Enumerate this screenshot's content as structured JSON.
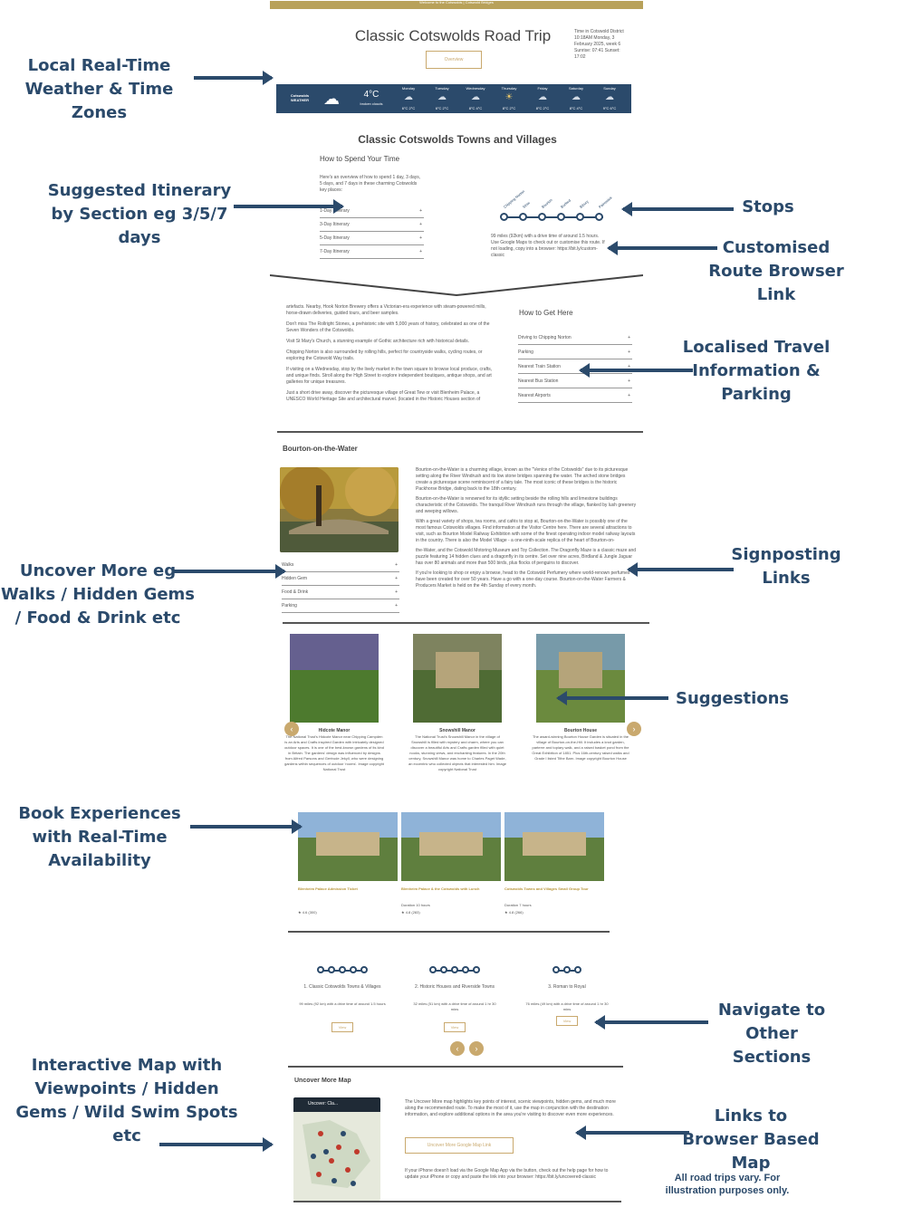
{
  "header": {
    "top_bar": "Welcome to the Cotswolds  |  Cotswold Bridges",
    "title": "Classic Cotswolds Road Trip",
    "overview_button": "Overview",
    "time_info": "Time in Cotswold District 10:18AM Monday, 3 February 2025, week 6 Sunrise: 07:41 Sunset: 17:02"
  },
  "weather": {
    "location": "Cotswolds WEATHER",
    "current_temp": "4°C",
    "current_desc": "broken clouds",
    "days": [
      {
        "day": "Monday",
        "icon": "cloud-icon",
        "temps": "6°C  2°C"
      },
      {
        "day": "Tuesday",
        "icon": "cloud-icon",
        "temps": "6°C  2°C"
      },
      {
        "day": "Wednesday",
        "icon": "cloud-icon",
        "temps": "8°C  4°C"
      },
      {
        "day": "Thursday",
        "icon": "sun-icon",
        "temps": "8°C  2°C"
      },
      {
        "day": "Friday",
        "icon": "cloud-icon",
        "temps": "8°C  2°C"
      },
      {
        "day": "Saturday",
        "icon": "cloud-icon",
        "temps": "8°C  4°C"
      },
      {
        "day": "Sunday",
        "icon": "cloud-icon",
        "temps": "9°C  6°C"
      }
    ]
  },
  "towns_section": {
    "heading": "Classic Cotswolds Towns and Villages",
    "subheading": "How to Spend Your Time",
    "intro": "Here's an overview of how to spend 1 day, 3 days, 5 days, and 7 days in these charming Cotswolds key places:",
    "itinerary": [
      "1-Day Itinerary",
      "3-Day Itinerary",
      "5-Day Itinerary",
      "7-Day Itinerary"
    ],
    "route_note": "99 miles (92km) with a drive time of around 1.5 hours. Use Google Maps to check out or customise this route. If not loading, copy into a browser: https://bit.ly/custom-classic",
    "stop_labels": [
      "Chipping Norton",
      "Stow",
      "Bourton",
      "Burford",
      "Bibury",
      "Painswick"
    ]
  },
  "chipping": {
    "paragraphs": [
      "artefacts. Nearby, Hook Norton Brewery offers a Victorian-era experience with steam-powered mills, horse-drawn deliveries, guided tours, and beer samples.",
      "Don't miss The Rollright Stones, a prehistoric site with 5,000 years of history, celebrated as one of the Seven Wonders of the Cotswolds.",
      "Visit St Mary's Church, a stunning example of Gothic architecture rich with historical details.",
      "Chipping Norton is also surrounded by rolling hills, perfect for countryside walks, cycling routes, or exploring the Cotswold Way trails.",
      "If visiting on a Wednesday, stop by the lively market in the town square to browse local produce, crafts, and unique finds. Stroll along the High Street to explore independent boutiques, antique shops, and art galleries for unique treasures.",
      "Just a short drive away, discover the picturesque village of Great Tew or visit Blenheim Palace, a UNESCO World Heritage Site and architectural marvel. (located in the Historic Houses section of"
    ],
    "get_here_heading": "How to Get Here",
    "get_here_items": [
      "Driving to Chipping Norton",
      "Parking",
      "Nearest Train Station",
      "Nearest Bus Station",
      "Nearest Airports"
    ]
  },
  "bourton": {
    "heading": "Bourton-on-the-Water",
    "paragraphs": [
      "Bourton-on-the-Water is a charming village, known as the \"Venice of the Cotswolds\" due to its picturesque setting along the River Windrush and its low stone bridges spanning the water. The arched stone bridges create a picturesque scene reminiscent of a fairy tale. The most iconic of these bridges is the historic Packhorse Bridge, dating back to the 18th century.",
      "Bourton-on-the-Water is renowned for its idyllic setting beside the rolling hills and limestone buildings characteristic of the Cotswolds. The tranquil River Windrush runs through the village, flanked by lush greenery and weeping willows.",
      "With a great variety of shops, tea rooms, and cafés to stop at, Bourton-on-the-Water is possibly one of the most famous Cotswolds villages. Find information at the Visitor Centre here. There are several attractions to visit, such as Bourton Model Railway Exhibition with some of the finest operating indoor model railway layouts in the country. There is also the Model Village - a one-ninth-scale replica of the heart of Bourton-on-",
      "the-Water, and the Cotswold Motoring Museum and Toy Collection. The Dragonfly Maze is a classic maze and puzzle featuring 14 hidden clues and a dragonfly in its centre. Set over nine acres, Birdland & Jungle Jaguar has over 80 animals and more than 500 birds, plus flocks of penguins to discover.",
      "If you're looking to shop or enjoy a browse, head to the Cotswold Perfumery where world-renown perfumes have been created for over 50 years. Have a go with a one-day course. Bourton-on-the-Water Farmers & Producers Market is held on the 4th Sunday of every month."
    ],
    "more_items": [
      "Walks",
      "Hidden Gem",
      "Food & Drink",
      "Parking"
    ]
  },
  "suggestions": [
    {
      "title": "Hidcote Manor",
      "text": "The National Trust's Hidcote Manor near Chipping Campden is an Arts and Crafts inspired Garden with intricately designed outdoor spaces. It is one of the best-known gardens of its kind in Britain. The gardens' design was influenced by designs from Alfred Parsons and Gertrude Jekyll, who were designing gardens within sequences of outdoor 'rooms'. Image copyright National Trust"
    },
    {
      "title": "Snowshill Manor",
      "text": "The National Trust's Snowshill Manor in the village of Snowshill is filled with mystery and charm, where you can discover a beautiful Arts and Crafts garden filled with quiet nooks, stunning views, and enchanting features. In the 20th century, Snowshill Manor was home to Charles Paget Wade, an eccentric who collected objects that interested him. Image copyright National Trust"
    },
    {
      "title": "Bourton House",
      "text": "The award-winning Bourton House Garden is situated in the village of Bourton-on-the-Hill. It includes a knot garden, parterre and topiary walk, and a raised basket pond from the Great Exhibition of 1851. Plus 16th-century raised walks and Grade I listed Tithe Barn. Image copyright Bourton House"
    }
  ],
  "experiences": [
    {
      "title": "Blenheim Palace Admission Ticket",
      "duration": "",
      "rating": "★ 4.6 (300)"
    },
    {
      "title": "Blenheim Palace & the Cotswolds with Lunch",
      "duration": "Duration 10 hours",
      "rating": "★ 4.8 (283)"
    },
    {
      "title": "Cotswolds Towns and Villages Small Group Tour",
      "duration": "Duration 7 hours",
      "rating": "★ 4.8 (266)"
    }
  ],
  "routes": [
    {
      "title": "1. Classic Cotswolds Towns & Villages",
      "desc": "99 miles (92 km) with a drive time of around 1.5 hours",
      "button": "View"
    },
    {
      "title": "2. Historic Houses and Riverside Towns",
      "desc": "32 miles (51 km) with a drive time of around 1 hr 30 mins",
      "button": "View"
    },
    {
      "title": "3. Roman to Royal",
      "desc": "76 miles (49 km) with a drive time of around 1 hr 30 mins",
      "button": "View"
    }
  ],
  "map_section": {
    "heading": "Uncover More Map",
    "map_title": "Uncover: Cla...",
    "text": "The Uncover More map highlights key points of interest, scenic viewpoints, hidden gems, and much more along the recommended route. To make the most of it, use the map in conjunction with the destination information, and explore additional options in the area you're visiting to discover even more experiences.",
    "button": "Uncover More Google Map Link",
    "note": "If your iPhone doesn't load via the Google Map App via the button, check out the help page for how to update your iPhone or copy and paste the link into your browser: https://bit.ly/uncovered-classic"
  },
  "annotations": {
    "weather": "Local Real-Time Weather & Time Zones",
    "itinerary": "Suggested Itinerary by Section eg 3/5/7 days",
    "stops": "Stops",
    "route_link": "Customised Route Browser Link",
    "travel": "Localised Travel Information & Parking",
    "signposting": "Signposting Links",
    "uncover": "Uncover More eg Walks / Hidden Gems / Food & Drink etc",
    "suggestions": "Suggestions",
    "book": "Book Experiences with Real-Time Availability",
    "navigate": "Navigate to Other Sections",
    "map": "Interactive Map with Viewpoints / Hidden Gems / Wild Swim Spots etc",
    "map_link": "Links to Browser Based Map",
    "disclaimer": "All road trips vary. For illustration purposes only."
  },
  "colors": {
    "navy": "#2b4a6b",
    "gold": "#c9a96e",
    "top_bar": "#b8a15a"
  }
}
